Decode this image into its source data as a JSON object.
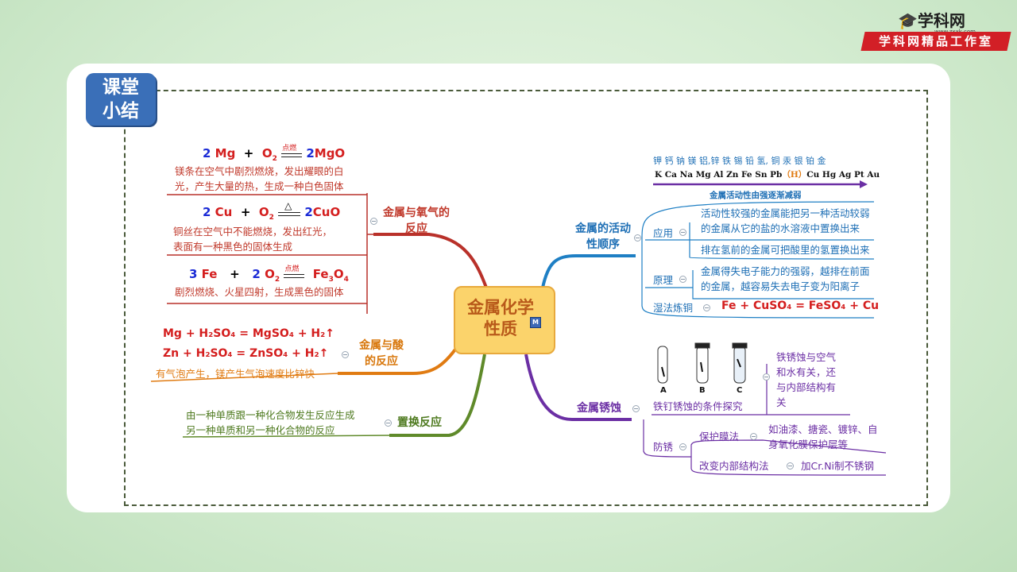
{
  "brand": {
    "logo_text": "学科网",
    "site": "www.zxxk.com",
    "studio": "学科网精品工作室"
  },
  "tag": {
    "line1": "课堂",
    "line2": "小结"
  },
  "center": {
    "title": "金属化学性质",
    "badge": "M"
  },
  "oxygen": {
    "label": "金属与氧气的反应",
    "mg": {
      "c1": "2",
      "r1": "Mg",
      "plus": "+",
      "r2": "O",
      "r2sub": "2",
      "cond": "点燃",
      "c2": "2",
      "p": "MgO",
      "desc1": "镁条在空气中剧烈燃烧，发出耀眼的白",
      "desc2": "光，产生大量的热，生成一种白色固体"
    },
    "cu": {
      "c1": "2",
      "r1": "Cu",
      "plus": "+",
      "r2": "O",
      "r2sub": "2",
      "cond": "△",
      "c2": "2",
      "p": "CuO",
      "desc1": "铜丝在空气中不能燃烧，发出红光，",
      "desc2": "表面有一种黑色的固体生成"
    },
    "fe": {
      "c1": "3",
      "r1": "Fe",
      "plus": "+",
      "c2": "2",
      "r2": "O",
      "r2sub": "2",
      "cond": "点燃",
      "p1": "Fe",
      "p1sub": "3",
      "p2": "O",
      "p2sub": "4",
      "desc1": "剧烈燃烧、火星四射，生成黑色的固体"
    }
  },
  "acid": {
    "label": "金属与酸的反应",
    "eq1": "Mg + H₂SO₄ = MgSO₄ + H₂↑",
    "eq2": "Zn + H₂SO₄ = ZnSO₄ + H₂↑",
    "desc": "有气泡产生，镁产生气泡速度比锌快"
  },
  "displacement": {
    "label": "置换反应",
    "desc1": "由一种单质跟一种化合物发生反应生成",
    "desc2": "另一种单质和另一种化合物的反应"
  },
  "activity": {
    "label": "金属的活动性顺序",
    "cn_row": "钾 钙 钠 镁 铝,锌 铁 锡 铅 氢, 铜 汞 银 铂 金",
    "sym_row": "K Ca Na Mg Al Zn Fe Sn Pb",
    "sym_h": "（H）",
    "sym_row2": "Cu Hg Ag Pt Au",
    "arrow_note": "金属活动性由强逐渐减弱",
    "apply_label": "应用",
    "apply1a": "活动性较强的金属能把另一种活动较弱",
    "apply1b": "的金属从它的盐的水溶液中置换出来",
    "apply2": "排在氢前的金属可把酸里的氢置换出来",
    "principle_label": "原理",
    "principle_a": "金属得失电子能力的强弱，越排在前面",
    "principle_b": "的金属，越容易失去电子变为阳离子",
    "wet_label": "湿法炼铜",
    "wet_eq": "Fe + CuSO₄ = FeSO₄ + Cu"
  },
  "rust": {
    "label": "金属锈蚀",
    "tubes": [
      "A",
      "B",
      "C"
    ],
    "exp_label": "铁钉锈蚀的条件探究",
    "result1": "铁锈蚀与空气",
    "result2": "和水有关，还",
    "result3": "与内部结构有",
    "result4": "关",
    "prevent_label": "防锈",
    "film_label": "保护膜法",
    "film_desc1": "如油漆、搪瓷、镀锌、自",
    "film_desc2": "身氧化膜保护层等",
    "struct_label": "改变内部结构法",
    "struct_desc": "加Cr.Ni制不锈钢"
  }
}
